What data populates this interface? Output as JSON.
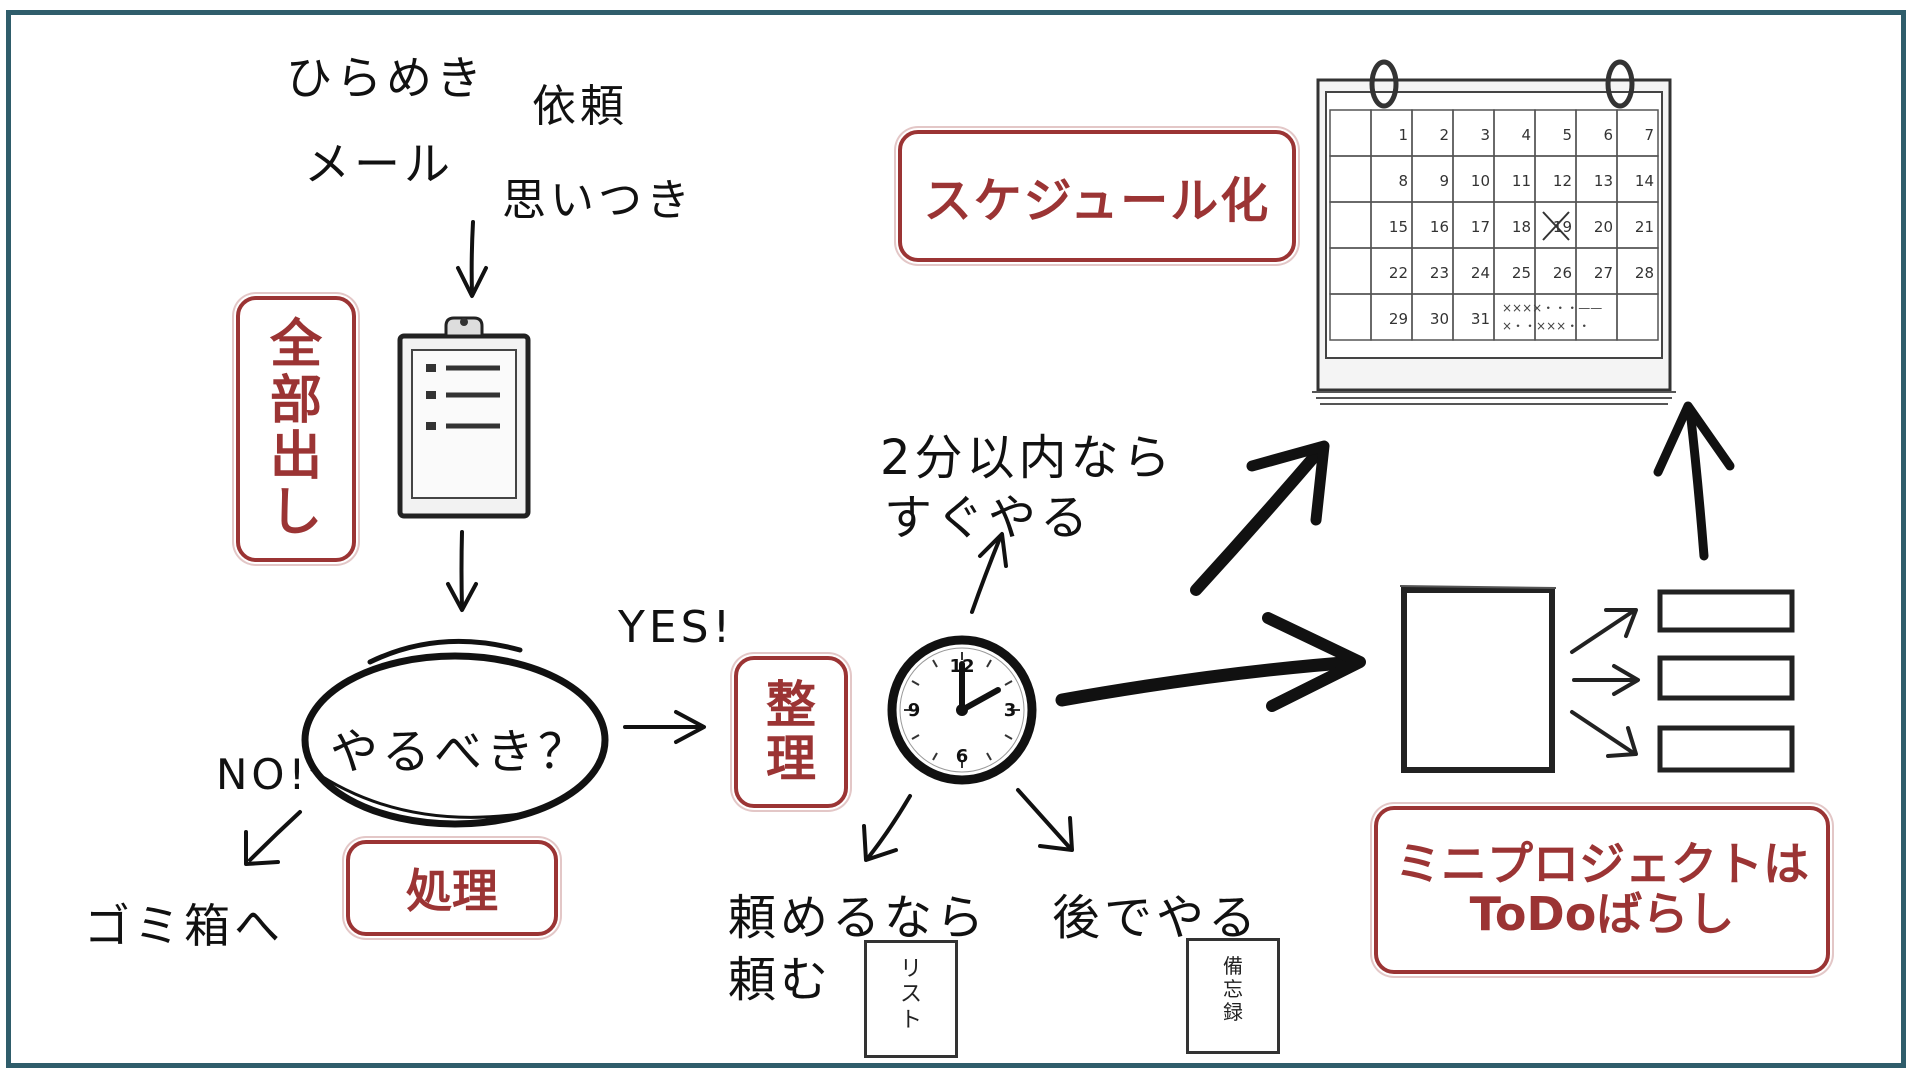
{
  "inputs": {
    "idea": "ひらめき",
    "request": "依頼",
    "mail": "メール",
    "thought": "思いつき"
  },
  "boxes": {
    "collect": [
      "全",
      "部",
      "出",
      "し"
    ],
    "process": "処理",
    "organize": [
      "整",
      "理"
    ],
    "schedule": "スケジュール化",
    "mini_project": [
      "ミニプロジェクトは",
      "ToDoばらし"
    ]
  },
  "decision": {
    "question": "やるべき？",
    "yes": "YES!",
    "no": "NO!",
    "trash": "ゴミ箱へ"
  },
  "actions": {
    "two_min": [
      "2分以内なら",
      "すぐやる"
    ],
    "delegate": [
      "頼めるなら",
      "頼む"
    ],
    "later": "後でやる"
  },
  "memos": {
    "list": [
      "リ",
      "ス",
      "ト"
    ],
    "memo": [
      "備",
      "忘",
      "録"
    ]
  },
  "clock": {
    "numbers": [
      "12",
      "3",
      "6",
      "9"
    ]
  },
  "calendar": {
    "days": [
      [
        "",
        "1",
        "2",
        "3",
        "4",
        "5",
        "6",
        "7"
      ],
      [
        "",
        "8",
        "9",
        "10",
        "11",
        "12",
        "13",
        "14"
      ],
      [
        "",
        "15",
        "16",
        "17",
        "18",
        "19",
        "20",
        "21"
      ],
      [
        "",
        "22",
        "23",
        "24",
        "25",
        "26",
        "27",
        "28"
      ],
      [
        "",
        "29",
        "30",
        "31",
        "",
        "",
        "",
        ""
      ]
    ],
    "notes": [
      "××××・・・——",
      "×・・×××・・"
    ]
  },
  "colors": {
    "accent": "#9b3434",
    "frame": "#2f5d6b",
    "ink": "#111111"
  }
}
